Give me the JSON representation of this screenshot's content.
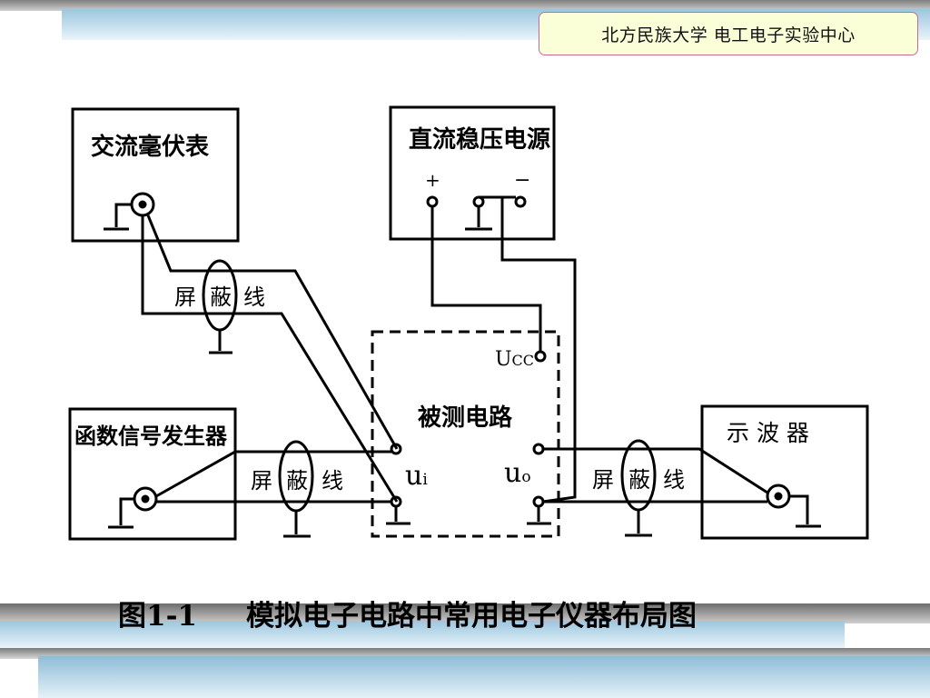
{
  "header": {
    "org": "北方民族大学  电工电子实验中心"
  },
  "caption": "图1-1     模拟电子电路中常用电子仪器布局图",
  "diagram": {
    "millivoltmeter": "交流毫伏表",
    "dc_power": "直流稳压电源",
    "plus": "+",
    "minus": "−",
    "signal_generator": "函数信号发生器",
    "oscilloscope": "示  波  器",
    "circuit_under_test": "被测电路",
    "shield_top": [
      "屏",
      "蔽",
      "线"
    ],
    "shield_left": [
      "屏",
      "蔽",
      "线"
    ],
    "shield_right": [
      "屏",
      "蔽",
      "线"
    ],
    "ucc_main": "U",
    "ucc_sub": "CC",
    "ui_main": "u",
    "ui_sub": "i",
    "uo_main": "u",
    "uo_sub": "o"
  }
}
